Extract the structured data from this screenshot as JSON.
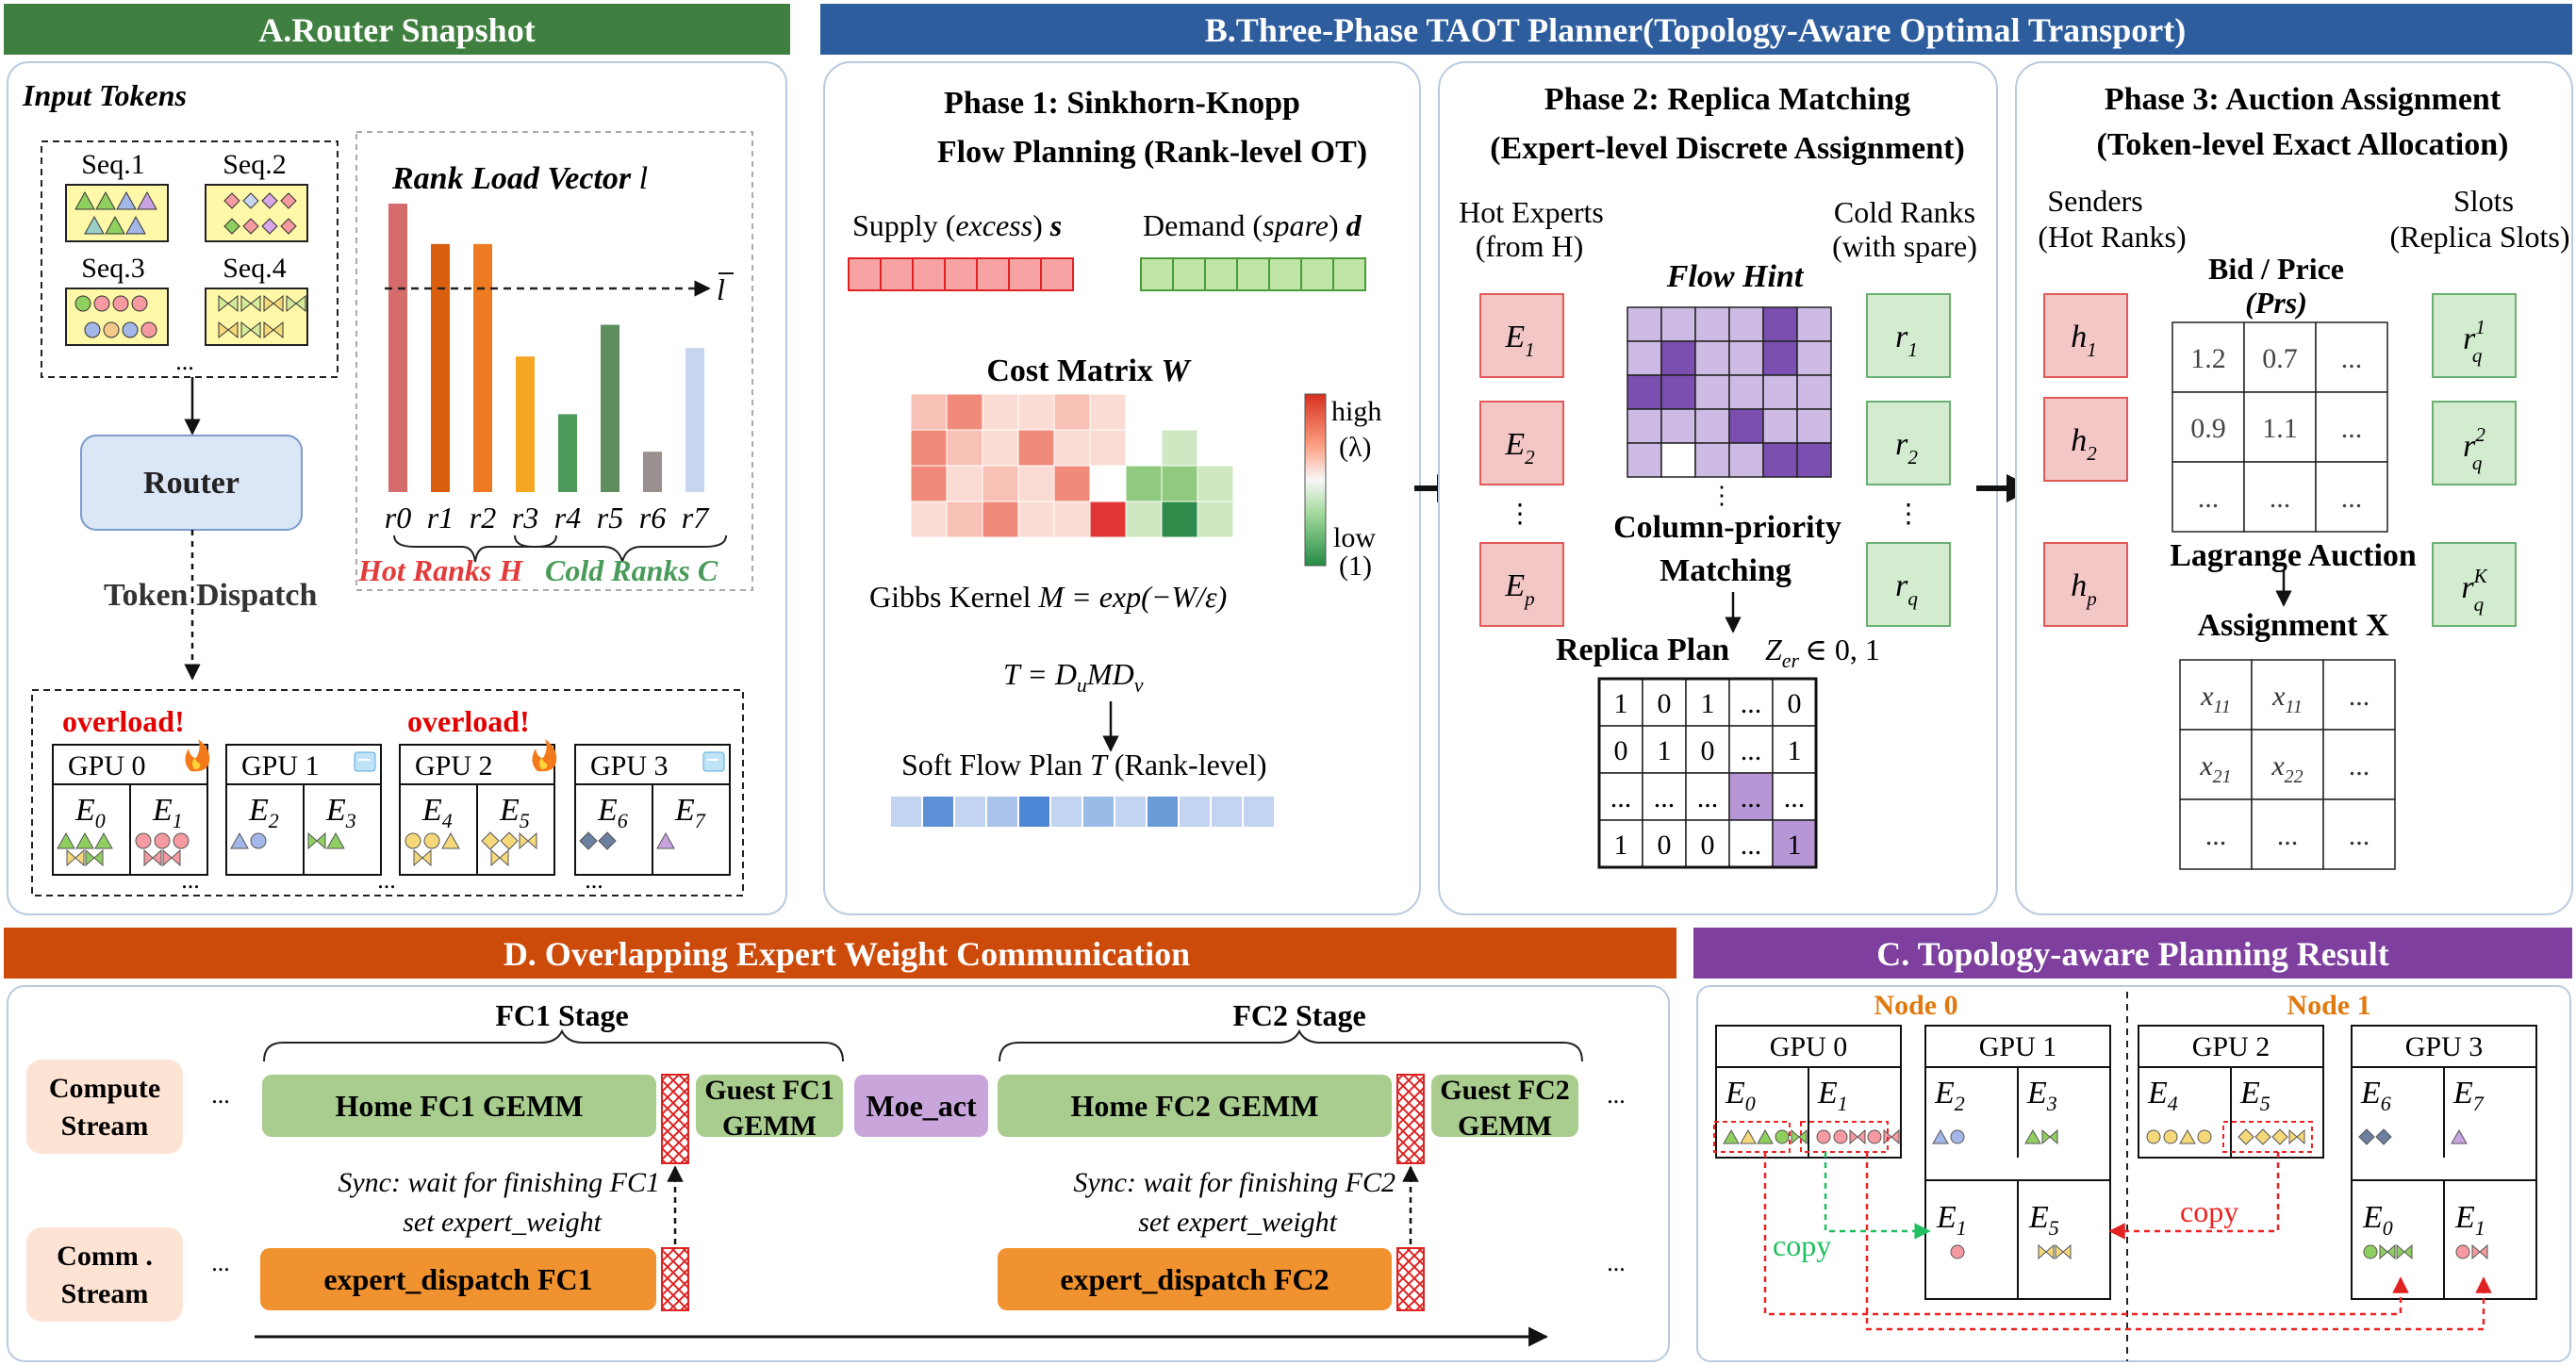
{
  "sectionA": {
    "title": "A.Router Snapshot",
    "input_tokens": "Input Tokens",
    "seqs": [
      "Seq.1",
      "Seq.2",
      "Seq.3",
      "Seq.4"
    ],
    "ellipsis": "...",
    "router": "Router",
    "token_dispatch": "Token Dispatch",
    "rank_load_title": "Rank Load Vector",
    "rank_load_var": "l",
    "mean_label": "l",
    "ranks": [
      "r0",
      "r1",
      "r2",
      "r3",
      "r4",
      "r5",
      "r6",
      "r7"
    ],
    "rank_loads": [
      1.0,
      0.86,
      0.86,
      0.47,
      0.27,
      0.58,
      0.14,
      0.5
    ],
    "rank_colors": [
      "#d66b6b",
      "#d95f0e",
      "#ee7a22",
      "#f5a623",
      "#4e9a5a",
      "#5e8e5e",
      "#9a9090",
      "#c6d6ee"
    ],
    "hot_label": "Hot Ranks H",
    "cold_label": "Cold Ranks C",
    "overload": "overload!",
    "gpus": [
      {
        "name": "GPU 0",
        "experts": [
          "E",
          "E"
        ],
        "subs": [
          "0",
          "1"
        ]
      },
      {
        "name": "GPU 1",
        "experts": [
          "E",
          "E"
        ],
        "subs": [
          "2",
          "3"
        ]
      },
      {
        "name": "GPU 2",
        "experts": [
          "E",
          "E"
        ],
        "subs": [
          "4",
          "5"
        ]
      },
      {
        "name": "GPU 3",
        "experts": [
          "E",
          "E"
        ],
        "subs": [
          "6",
          "7"
        ]
      }
    ],
    "gpu_status_icons": [
      "fire-icon",
      "ice-icon",
      "fire-icon",
      "ice-icon"
    ]
  },
  "sectionB": {
    "title": "B.Three-Phase TAOT Planner(Topology-Aware Optimal Transport)",
    "phase1": {
      "title_line1": "Phase 1: Sinkhorn-Knopp",
      "title_line2": "Flow Planning (Rank-level OT)",
      "supply_prefix": "Supply (",
      "supply_italic": "excess",
      "supply_suffix": ")",
      "supply_var": "s",
      "demand_prefix": "Demand (",
      "demand_italic": "spare",
      "demand_suffix": ")",
      "demand_var": "d",
      "cost_title": "Cost Matrix",
      "cost_var": "W",
      "high": "high",
      "high_sub": "(λ)",
      "low": "low",
      "low_sub": "(1)",
      "gibbs": "Gibbs Kernel",
      "gibbs_formula": "M = exp(−W/ε)",
      "t_formula": "T = D",
      "t_sub1": "u",
      "t_mid": "MD",
      "t_sub2": "ν",
      "soft_flow": "Soft Flow Plan",
      "soft_flow_var": "T",
      "soft_flow_suffix": "(Rank-level)"
    },
    "phase2": {
      "title_line1": "Phase 2: Replica Matching",
      "title_line2": "(Expert-level Discrete Assignment)",
      "hot_experts": "Hot Experts",
      "from_h": "(from H)",
      "flow_hint": "Flow Hint",
      "cold_ranks": "Cold Ranks",
      "with_spare": "(with spare)",
      "experts": [
        "E",
        "E",
        "E"
      ],
      "expert_subs": [
        "1",
        "2",
        "p"
      ],
      "ranks": [
        "r",
        "r",
        "r"
      ],
      "rank_subs": [
        "1",
        "2",
        "q"
      ],
      "col_priority": "Column-priority",
      "matching": "Matching",
      "replica_plan": "Replica Plan",
      "z_label": "Z",
      "z_sub": "er",
      "z_set": "∈ 0, 1",
      "matrix": [
        [
          "1",
          "0",
          "1",
          "...",
          "0"
        ],
        [
          "0",
          "1",
          "0",
          "...",
          "1"
        ],
        [
          "...",
          "...",
          "...",
          "...",
          "..."
        ],
        [
          "1",
          "0",
          "0",
          "...",
          "1"
        ]
      ]
    },
    "phase3": {
      "title_line1": "Phase 3: Auction Assignment",
      "title_line2": "(Token-level Exact Allocation)",
      "senders": "Senders",
      "hot_ranks": "(Hot Ranks)",
      "slots": "Slots",
      "replica_slots": "(Replica Slots)",
      "bid_price": "Bid / Price",
      "prs": "(Prs)",
      "bid_matrix": [
        [
          "1.2",
          "0.7",
          "..."
        ],
        [
          "0.9",
          "1.1",
          "..."
        ],
        [
          "...",
          "...",
          "..."
        ]
      ],
      "senders_list": [
        "h",
        "h",
        "h"
      ],
      "sender_subs": [
        "1",
        "2",
        "p"
      ],
      "slot_list": [
        "r",
        "r",
        "r"
      ],
      "slot_sups": [
        "1",
        "2",
        "K"
      ],
      "slot_sub": "q",
      "lagrange": "Lagrange Auction",
      "assignment": "Assignment X",
      "x_matrix": [
        [
          "x",
          "x",
          "..."
        ],
        [
          "x",
          "x",
          "..."
        ],
        [
          "...",
          "...",
          "..."
        ]
      ],
      "x_subs": [
        [
          "11",
          "11",
          ""
        ],
        [
          "21",
          "22",
          ""
        ],
        [
          "",
          "",
          ""
        ]
      ]
    }
  },
  "sectionC": {
    "title": "C. Topology-aware Planning Result",
    "node0": "Node 0",
    "node1": "Node 1",
    "gpus": [
      "GPU 0",
      "GPU 1",
      "GPU 2",
      "GPU 3"
    ],
    "top_experts": [
      [
        "E",
        "E"
      ],
      [
        "E",
        "E"
      ],
      [
        "E",
        "E"
      ],
      [
        "E",
        "E"
      ]
    ],
    "top_subs": [
      [
        "0",
        "1"
      ],
      [
        "2",
        "3"
      ],
      [
        "4",
        "5"
      ],
      [
        "6",
        "7"
      ]
    ],
    "guest_experts_gpu1": [
      "E",
      "E"
    ],
    "guest_subs_gpu1": [
      "1",
      "5"
    ],
    "guest_experts_gpu3": [
      "E",
      "E"
    ],
    "guest_subs_gpu3": [
      "0",
      "1"
    ],
    "copy": "copy"
  },
  "sectionD": {
    "title": "D. Overlapping Expert Weight Communication",
    "fc1_stage": "FC1 Stage",
    "fc2_stage": "FC2 Stage",
    "compute_line1": "Compute",
    "compute_line2": "Stream",
    "comm_line1": "Comm .",
    "comm_line2": "Stream",
    "ellipsis": "...",
    "home_fc1": "Home FC1 GEMM",
    "guest_fc1_line1": "Guest FC1",
    "guest_fc1_line2": "GEMM",
    "moe_act": "Moe_act",
    "home_fc2": "Home FC2 GEMM",
    "guest_fc2_line1": "Guest FC2",
    "guest_fc2_line2": "GEMM",
    "sync1_line1": "Sync: wait for finishing FC1",
    "sync1_line2": "set expert_weight",
    "sync2_line1": "Sync: wait for finishing FC2",
    "sync2_line2": "set expert_weight",
    "dispatch_fc1": "expert_dispatch FC1",
    "dispatch_fc2": "expert_dispatch FC2"
  },
  "colors": {
    "sectionA_header": "#3f7f3f",
    "sectionB_header": "#2e5d9e",
    "sectionC_header": "#7e3f9e",
    "sectionD_header": "#cc4a0a",
    "hot_red": "#e23b3b",
    "cold_green": "#4a9a5a",
    "hot_box": "#f4c7c7",
    "cold_box": "#d3ecd0",
    "purple": "#8a63b8",
    "router_fill": "#dbe6f6"
  }
}
